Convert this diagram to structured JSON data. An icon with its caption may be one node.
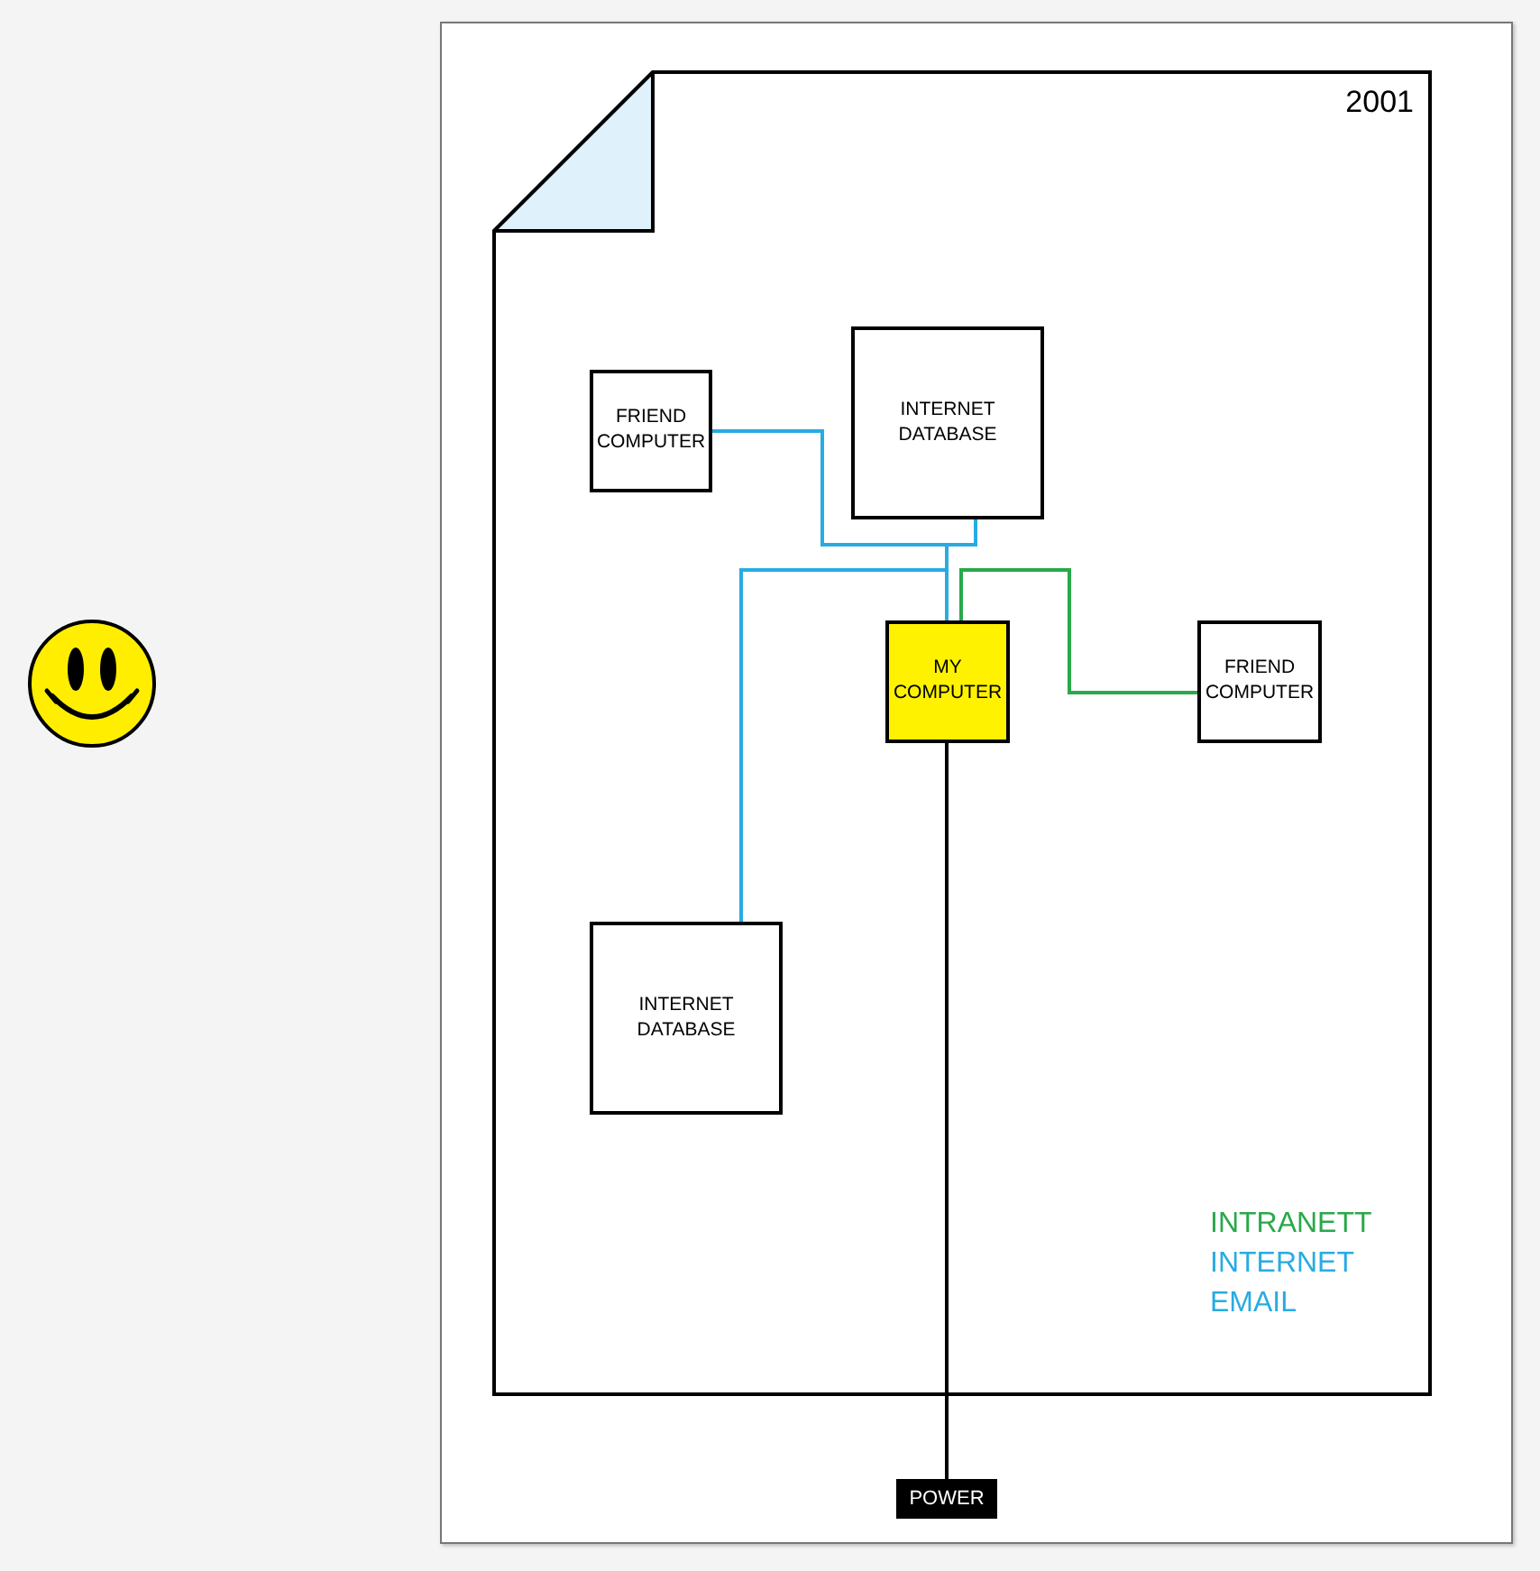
{
  "diagram": {
    "nodes": [
      {
        "text": [
          "2001"
        ]
      },
      {
        "text": [
          "FRIEND COMPUTER"
        ],
        "in": 0
      },
      {
        "text": [
          "INTERNET DATABASE"
        ],
        "in": 0
      },
      {
        "text": [
          "MY COMPUTER"
        ],
        "in": 0
      },
      {
        "text": [
          "FRIEND COMPUTER"
        ],
        "in": 0
      },
      {
        "text": [
          "INTERNET DATABASE"
        ],
        "in": 0
      },
      {
        "text": [
          "POWER"
        ]
      }
    ],
    "edges": [
      {
        "from": 1,
        "to": 3,
        "arrow": "none"
      },
      {
        "from": 2,
        "to": 3,
        "arrow": "none"
      },
      {
        "from": 5,
        "to": 3,
        "arrow": "none"
      },
      {
        "from": 3,
        "to": 4,
        "arrow": "none",
        "color": "#2aa84a"
      },
      {
        "from": 3,
        "to": 6,
        "arrow": "none",
        "color": "#000000"
      }
    ],
    "legend": [
      {
        "text": "INTRANETT",
        "color": "#2aa84a"
      },
      {
        "text": "INTERNET",
        "color": "#29abe2"
      },
      {
        "text": "EMAIL",
        "color": "#29abe2"
      }
    ]
  }
}
